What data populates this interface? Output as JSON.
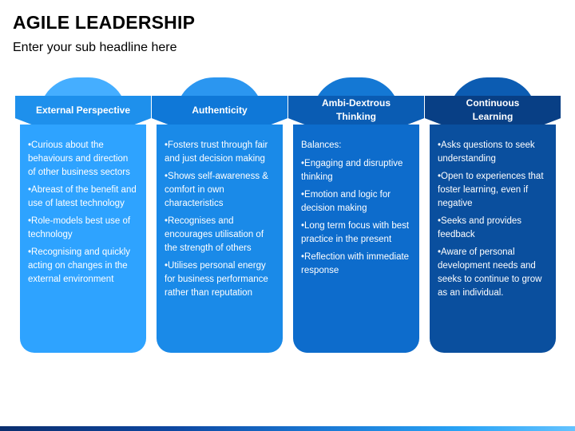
{
  "header": {
    "title": "AGILE LEADERSHIP",
    "subtitle": "Enter your sub headline here"
  },
  "columns": [
    {
      "heading": "External Perspective",
      "colors": {
        "dome": "#45aeff",
        "banner": "#1e90ec",
        "body": "#2ea3ff"
      },
      "lead": "",
      "bullets": [
        "•Curious about the behaviours and direction of other business sectors",
        "•Abreast of the benefit and use of latest technology",
        "•Role-models best use of technology",
        "•Recognising and quickly acting on changes in the external environment"
      ]
    },
    {
      "heading": "Authenticity",
      "colors": {
        "dome": "#2b96f0",
        "banner": "#0f78d8",
        "body": "#1a8ae8"
      },
      "lead": "",
      "bullets": [
        "•Fosters trust through fair and just decision making",
        "•Shows self-awareness & comfort in own characteristics",
        "•Recognises and encourages utilisation of the strength of others",
        "•Utilises personal energy for business performance rather than reputation"
      ]
    },
    {
      "heading": "Ambi-Dextrous\nThinking",
      "colors": {
        "dome": "#1478d4",
        "banner": "#0a5cb3",
        "body": "#0d6ccc"
      },
      "lead": "Balances:",
      "bullets": [
        "•Engaging and disruptive thinking",
        "•Emotion and logic for decision making",
        "•Long term focus with best practice in the present",
        "•Reflection with immediate response"
      ]
    },
    {
      "heading": "Continuous\nLearning",
      "colors": {
        "dome": "#0c5cb2",
        "banner": "#083f85",
        "body": "#0a4f9e"
      },
      "lead": "",
      "bullets": [
        "•Asks questions to seek understanding",
        "•Open to experiences that foster learning, even if negative",
        "•Seeks and provides feedback",
        "•Aware of personal development needs and seeks to continue to grow as an individual."
      ]
    }
  ]
}
